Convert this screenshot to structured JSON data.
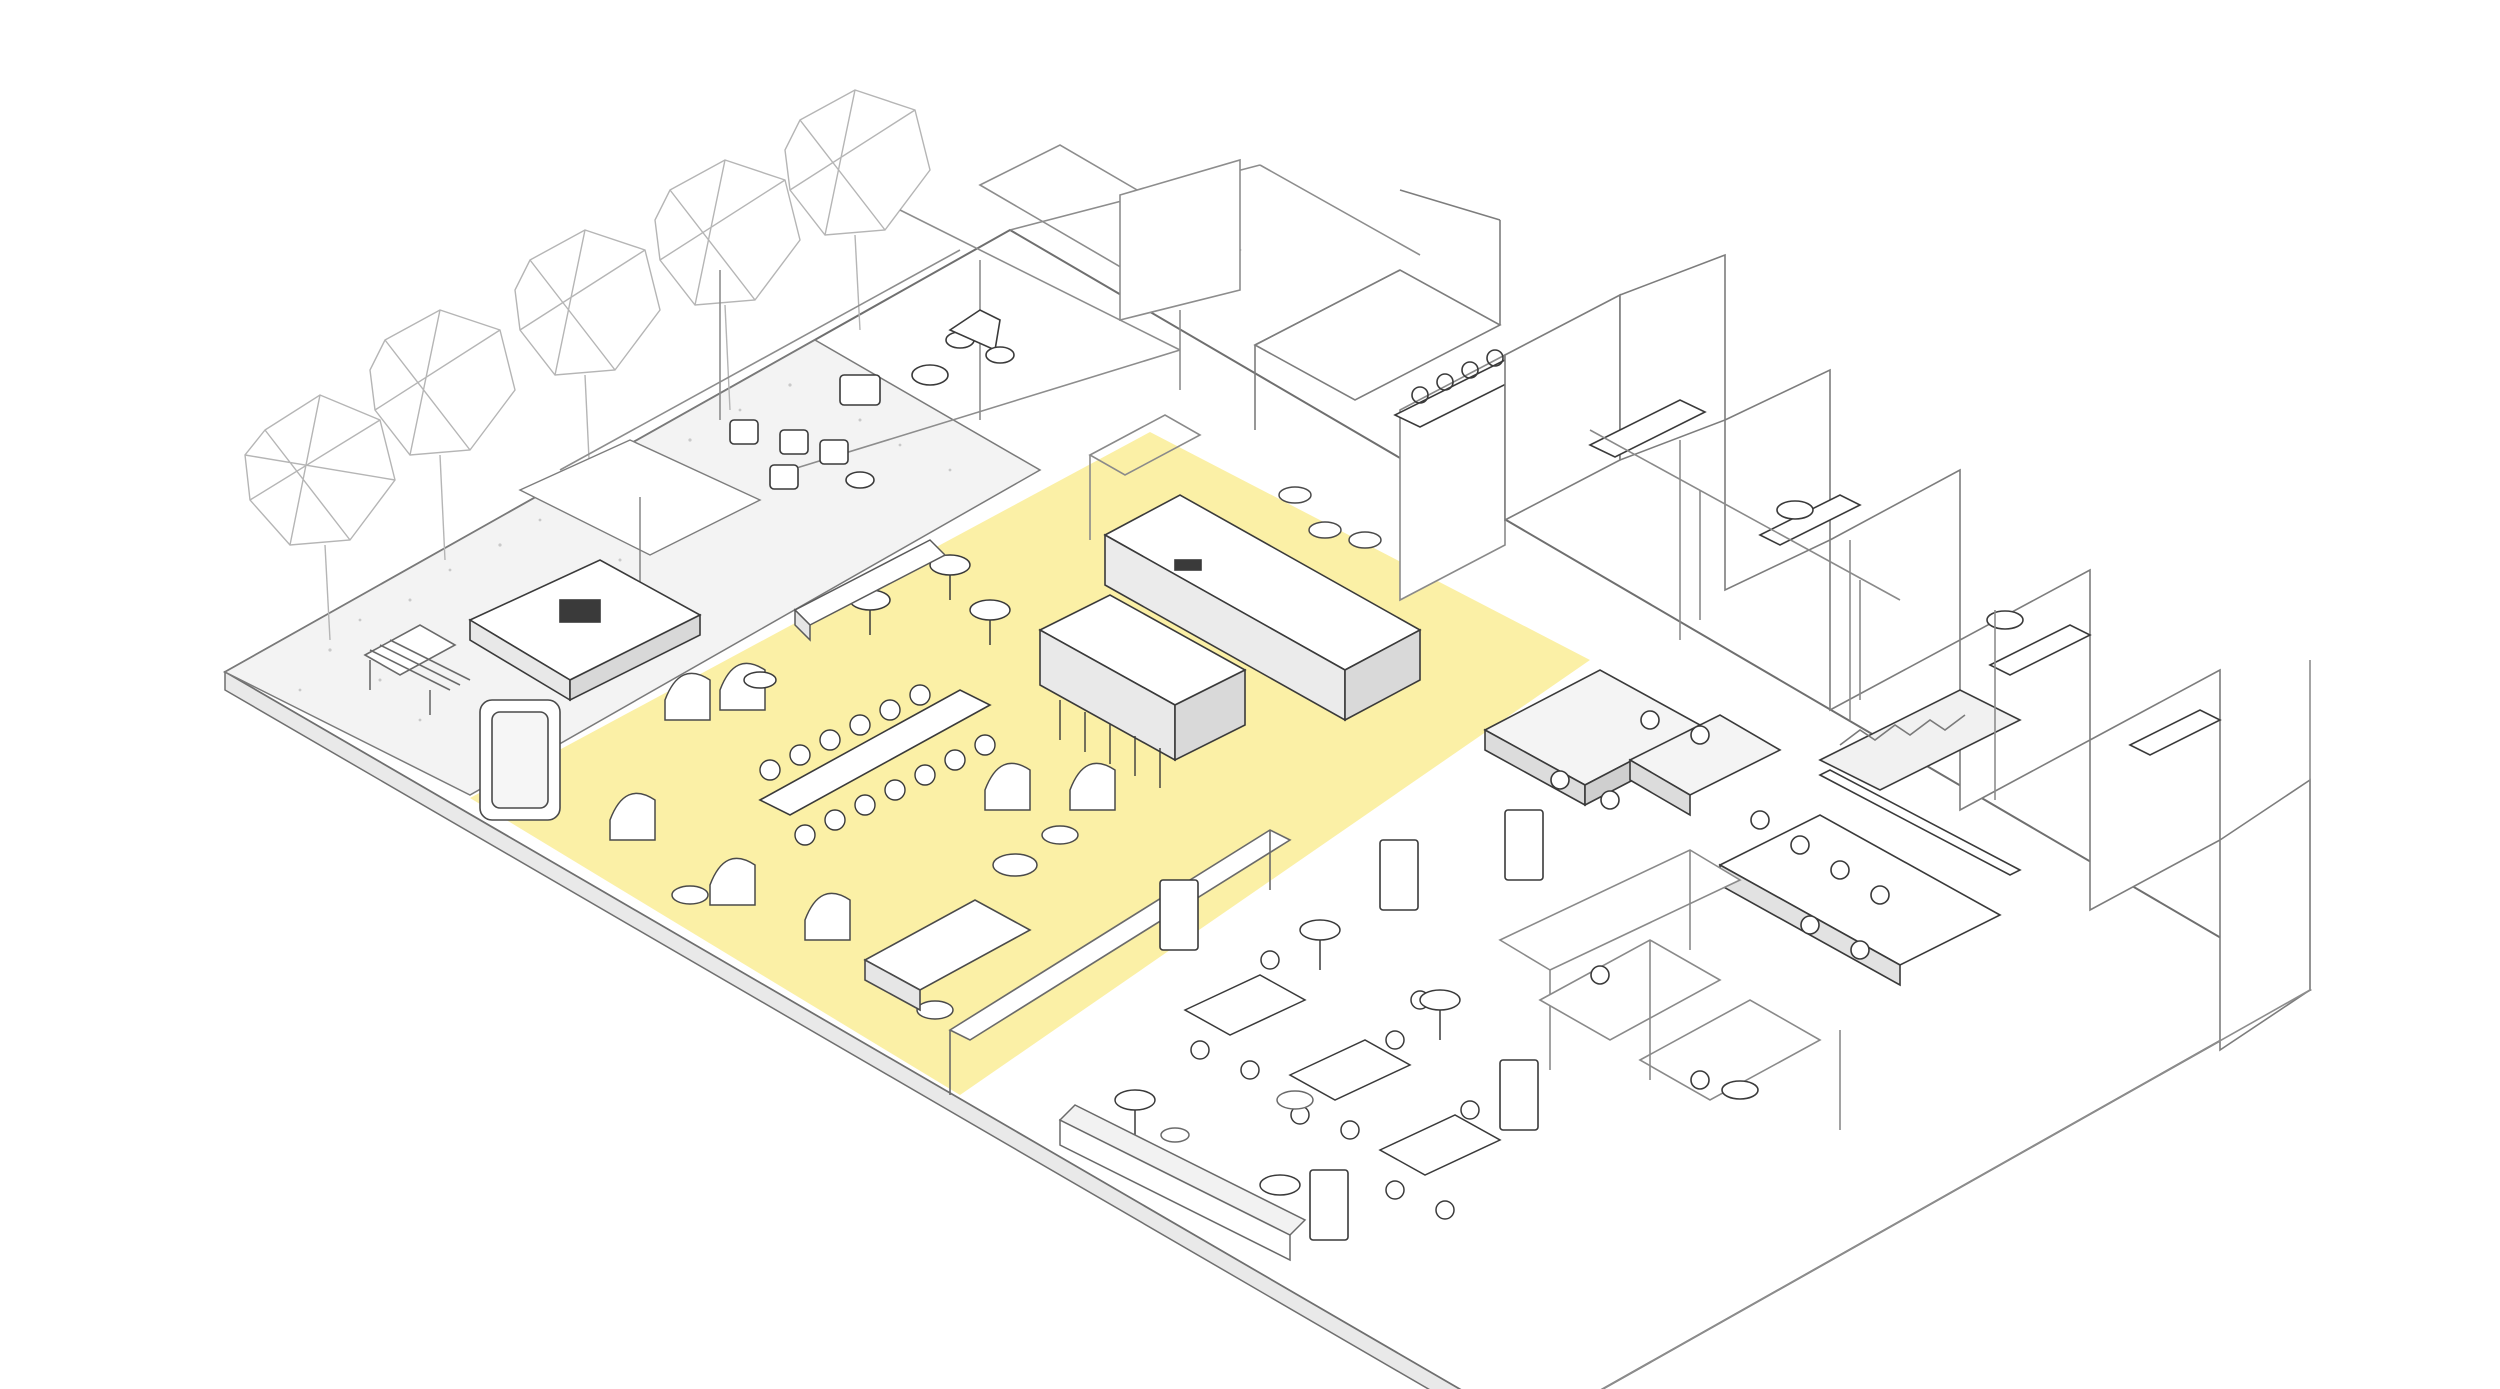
{
  "diagram": {
    "type": "isometric office floor plan",
    "highlight_color": "#FBF0A6",
    "line_color": "#8a8a8a",
    "dark_line_color": "#3a3a3a",
    "floor_color": "#ffffff",
    "terrace_color": "#f2f2f2",
    "zones": [
      {
        "name": "outdoor-terrace"
      },
      {
        "name": "highlighted-social-hub"
      },
      {
        "name": "meeting-rooms"
      },
      {
        "name": "open-workstations"
      },
      {
        "name": "collaboration-area"
      }
    ]
  }
}
